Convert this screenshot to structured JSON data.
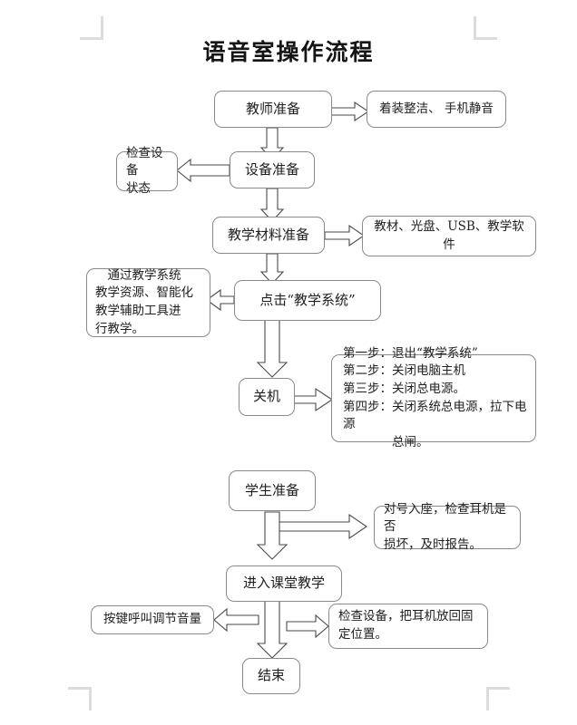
{
  "document": {
    "title": "语音室操作流程",
    "corner_marks": [
      "top-left",
      "top-right",
      "bottom-left",
      "bottom-right"
    ]
  },
  "flowchart": {
    "type": "flowchart",
    "orientation": "top-to-bottom",
    "nodes": {
      "teacher_prep": "教师准备",
      "teacher_prep_note": "着装整洁、 手机静音",
      "equipment_prep": "设备准备",
      "equipment_check": "检查设备\n状态",
      "material_prep": "教学材料准备",
      "material_note": "教材、光盘、USB、教学软件",
      "click_system": "点击“教学系统”",
      "teaching_note": "　通过教学系统\n教学资源、智能化\n教学辅助工具进\n行教学。",
      "shutdown": "关机",
      "shutdown_steps": "第一步：退出“教学系统”\n第二步：关闭电脑主机\n第三步：关闭总电源。\n第四步：关闭系统总电源，拉下电源\n　　　　总闸。",
      "student_prep": "学生准备",
      "student_note": "对号入座，检查耳机是否\n损坏，及时报告。",
      "enter_class": "进入课堂教学",
      "volume_note": "按键呼叫调节音量",
      "headset_note": "检查设备，把耳机放回固\n定位置。",
      "end": "结束"
    },
    "edges": [
      {
        "from": "teacher_prep",
        "to": "teacher_prep_note",
        "direction": "right"
      },
      {
        "from": "teacher_prep",
        "to": "equipment_prep",
        "direction": "down"
      },
      {
        "from": "equipment_prep",
        "to": "equipment_check",
        "direction": "left"
      },
      {
        "from": "equipment_prep",
        "to": "material_prep",
        "direction": "down"
      },
      {
        "from": "material_prep",
        "to": "material_note",
        "direction": "right"
      },
      {
        "from": "material_prep",
        "to": "click_system",
        "direction": "down"
      },
      {
        "from": "click_system",
        "to": "teaching_note",
        "direction": "left"
      },
      {
        "from": "click_system",
        "to": "shutdown",
        "direction": "down"
      },
      {
        "from": "shutdown",
        "to": "shutdown_steps",
        "direction": "right"
      },
      {
        "from": "student_prep",
        "to": "student_note",
        "direction": "right"
      },
      {
        "from": "student_prep",
        "to": "enter_class",
        "direction": "down"
      },
      {
        "from": "enter_class",
        "to": "volume_note",
        "direction": "left"
      },
      {
        "from": "enter_class",
        "to": "headset_note",
        "direction": "right"
      },
      {
        "from": "enter_class",
        "to": "end",
        "direction": "down"
      }
    ]
  },
  "colors": {
    "box_border": "#8a8a8a",
    "arrow_stroke": "#4a4a4a",
    "text": "#202020",
    "background": "#ffffff",
    "crop_mark": "#dcdcdc"
  }
}
